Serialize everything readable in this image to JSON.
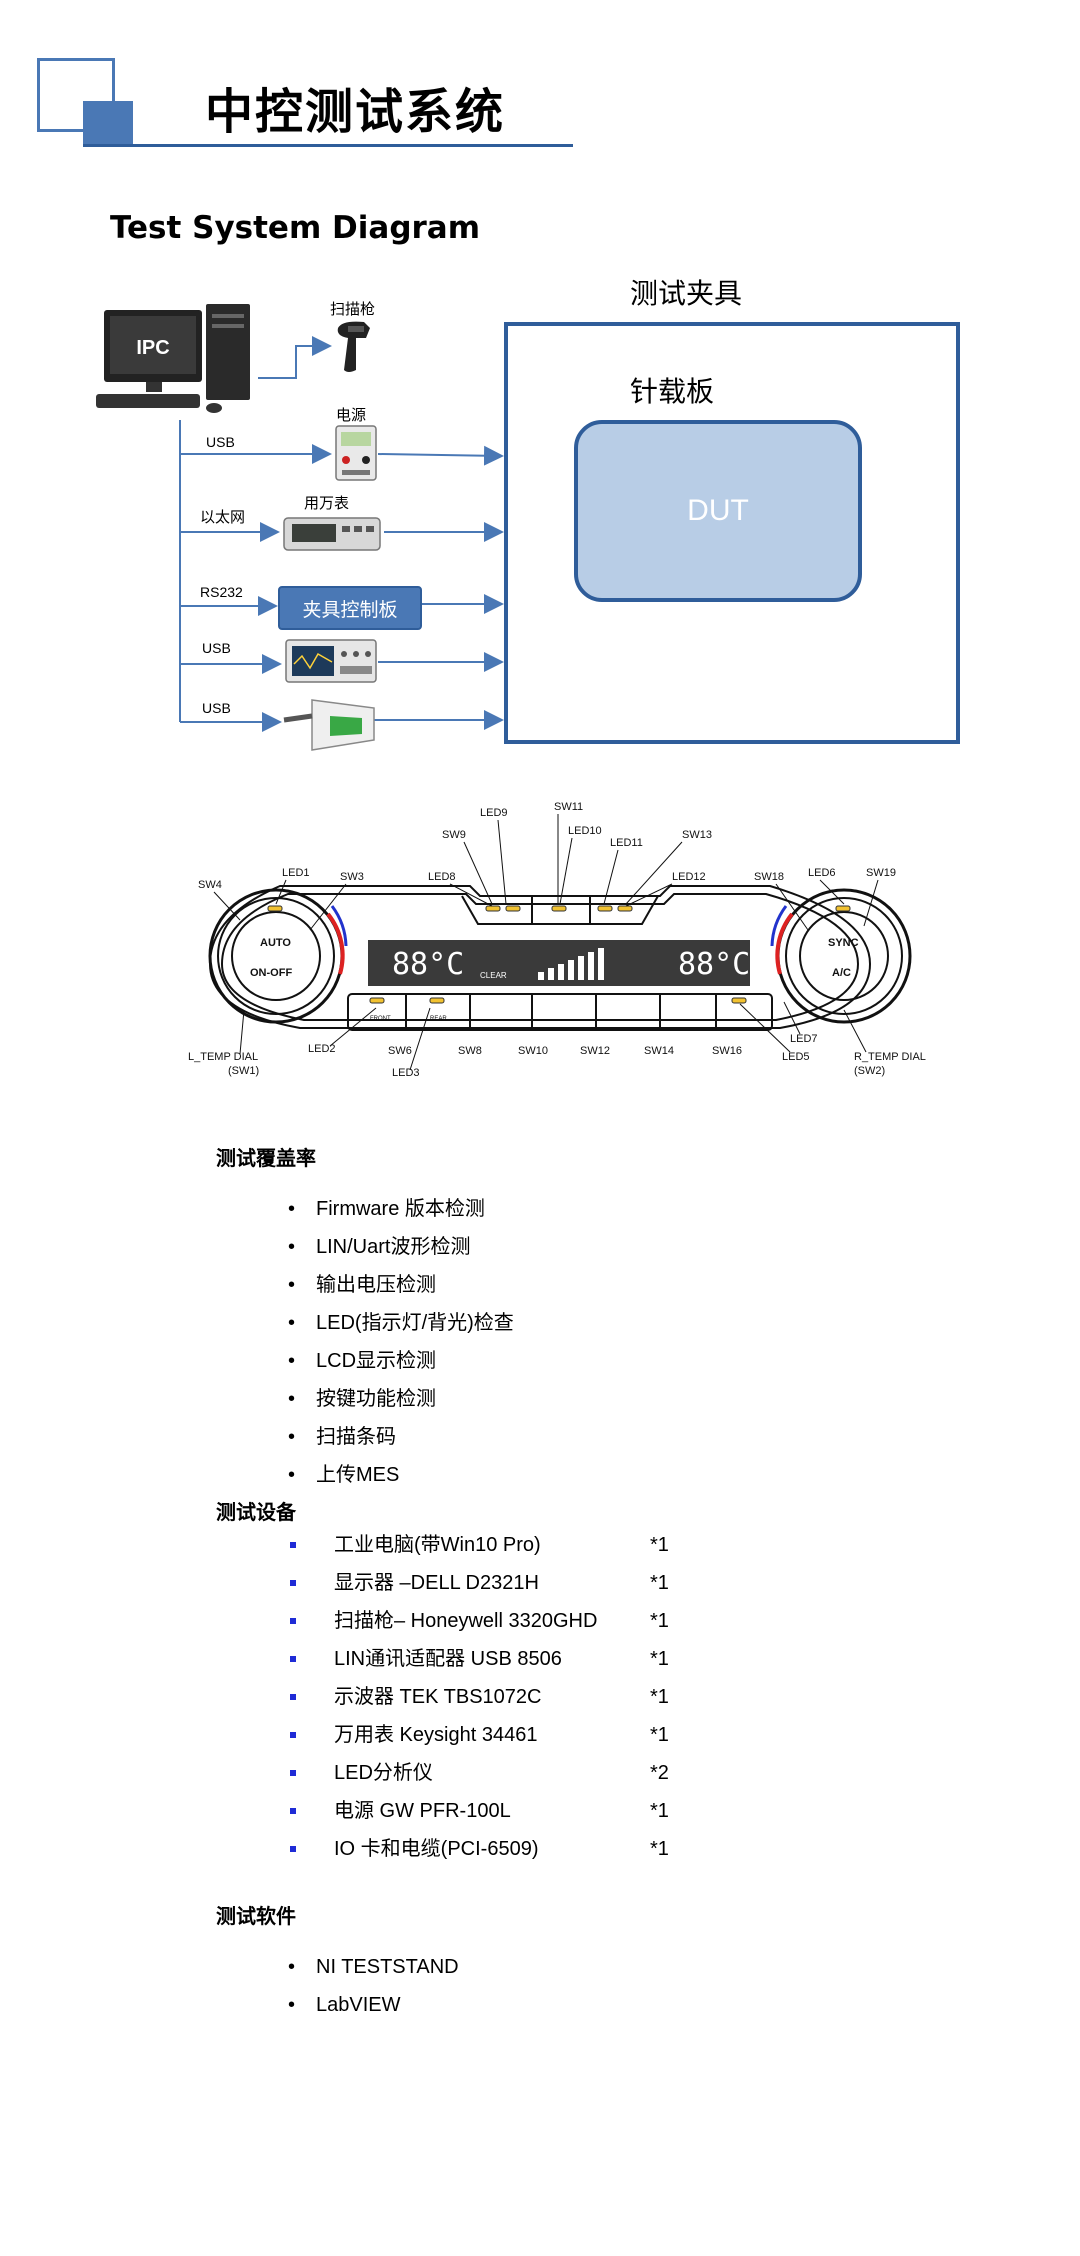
{
  "header": {
    "title": "中控测试系统"
  },
  "section": {
    "title": "Test System Diagram"
  },
  "diagram": {
    "fixture_label": "测试夹具",
    "bed_label": "针载板",
    "dut_label": "DUT",
    "ipc_label": "IPC",
    "scanner_label": "扫描枪",
    "power_label": "电源",
    "multimeter_label": "用万表",
    "controller_label": "夹具控制板",
    "conn_labels": [
      "USB",
      "以太网",
      "RS232",
      "USB",
      "USB"
    ]
  },
  "panel": {
    "labels": [
      "LED9",
      "SW11",
      "LED10",
      "SW9",
      "LED11",
      "SW13",
      "SW4",
      "LED1",
      "SW3",
      "LED8",
      "LED12",
      "SW18",
      "LED6",
      "SW19",
      "AUTO",
      "ON-OFF",
      "SYNC",
      "A/C",
      "L_TEMP DIAL",
      "(SW1)",
      "LED2",
      "SW6",
      "LED3",
      "SW8",
      "SW10",
      "SW12",
      "SW14",
      "SW16",
      "LED7",
      "LED5",
      "R_TEMP DIAL",
      "(SW2)"
    ],
    "lcd_left": "88°C",
    "lcd_right": "88°C",
    "front_label": "FRONT",
    "rear_label": "REAR",
    "clear_label": "CLEAR"
  },
  "coverage": {
    "title": "测试覆盖率",
    "bullet": "•",
    "items": [
      "Firmware 版本检测",
      "LIN/Uart波形检测",
      "输出电压检测",
      "LED(指示灯/背光)检查",
      "LCD显示检测",
      "按键功能检测",
      "扫描条码",
      "上传MES"
    ]
  },
  "equipment": {
    "title": "测试设备",
    "items": [
      {
        "name": "工业电脑(带Win10 Pro)",
        "qty": "*1"
      },
      {
        "name": "显示器 –DELL D2321H",
        "qty": "*1"
      },
      {
        "name": "扫描枪– Honeywell 3320GHD",
        "qty": "*1"
      },
      {
        "name": "LIN通讯适配器 USB 8506",
        "qty": "*1"
      },
      {
        "name": "示波器 TEK TBS1072C",
        "qty": "*1"
      },
      {
        "name": "万用表 Keysight 34461",
        "qty": "*1"
      },
      {
        "name": "LED分析仪",
        "qty": "*2"
      },
      {
        "name": "电源 GW PFR-100L",
        "qty": "*1"
      },
      {
        "name": "IO 卡和电缆(PCI-6509)",
        "qty": "*1"
      }
    ]
  },
  "software": {
    "title": "测试软件",
    "items": [
      "NI TESTSTAND",
      "LabVIEW"
    ]
  },
  "colors": {
    "accent": "#4a78b5",
    "dark_blue": "#2f5d9a",
    "dut_fill": "#b8cde6"
  }
}
